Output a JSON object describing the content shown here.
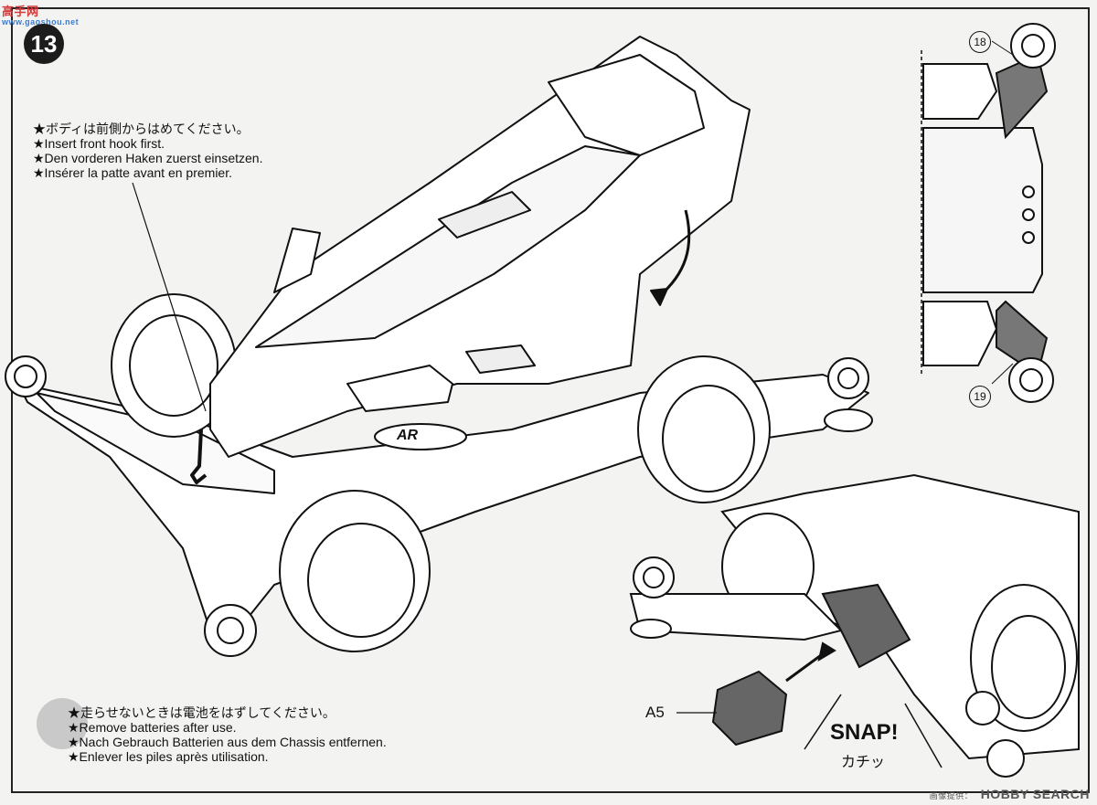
{
  "watermark_top": {
    "text": "高手网",
    "url": "www.gaoshou.net"
  },
  "step": {
    "number": "13"
  },
  "note_front": {
    "lines": [
      "★ボディは前側からはめてください。",
      "★Insert front hook first.",
      "★Den vorderen Haken zuerst einsetzen.",
      "★Insérer la patte avant en premier."
    ]
  },
  "note_battery": {
    "lines": [
      "★走らせないときは電池をはずしてください。",
      "★Remove batteries after use.",
      "★Nach Gebrauch Batterien aus dem Chassis entfernen.",
      "★Enlever les piles après utilisation."
    ]
  },
  "part_label": "A5",
  "snap": {
    "text": "SNAP!",
    "jp": "カチッ"
  },
  "callouts": {
    "c18": "18",
    "c19": "19"
  },
  "body_logo": "AR",
  "watermark_bottom": {
    "small": "画像提供：",
    "brand": "HOBBY SEARCH"
  }
}
